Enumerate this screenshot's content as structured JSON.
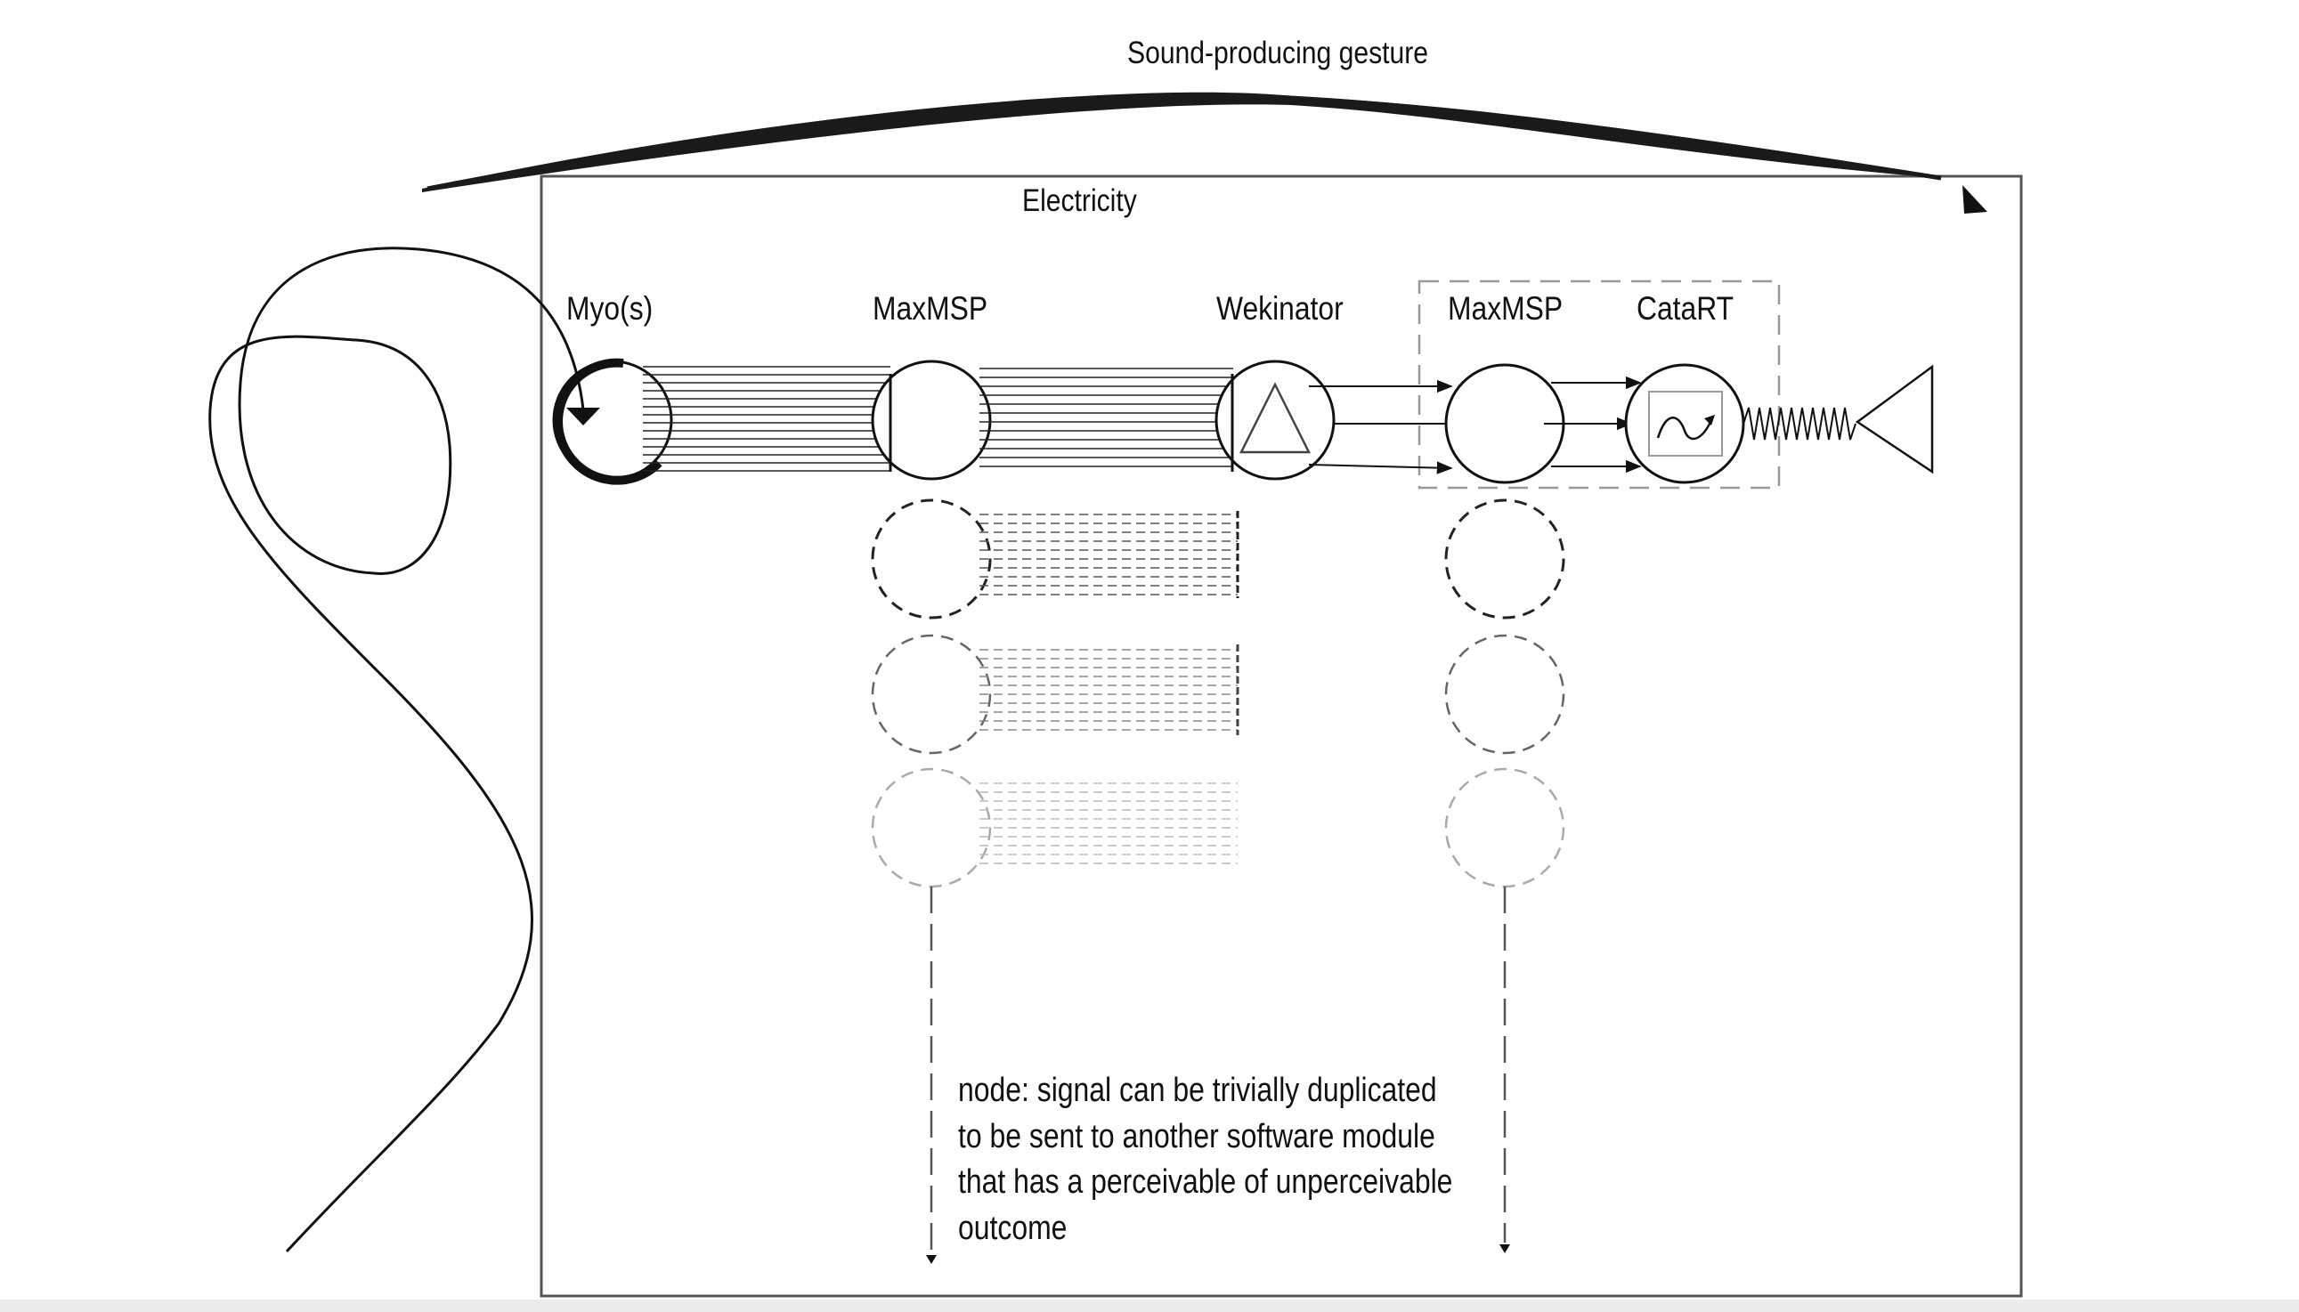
{
  "labels": {
    "gesture": "Sound-producing gesture",
    "electricity": "Electricity",
    "myo": "Myo(s)",
    "maxmsp_1": "MaxMSP",
    "wekinator": "Wekinator",
    "maxmsp_2": "MaxMSP",
    "catart": "CataRT"
  },
  "note": {
    "lines": [
      "node: signal can be trivially duplicated",
      "to be sent to another software module",
      "that  has a perceivable of unperceivable",
      "outcome"
    ]
  },
  "colors": {
    "ink": "#111111",
    "frame": "#555555",
    "dashed_fade": [
      "#222222",
      "#777777",
      "#aaaaaa"
    ]
  }
}
